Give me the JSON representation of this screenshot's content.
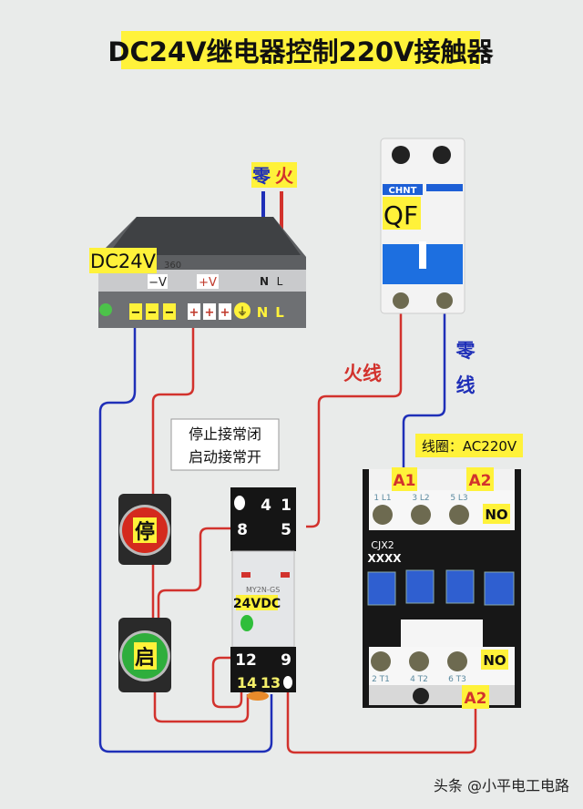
{
  "title": "DC24V继电器控制220V接触器",
  "power_supply": {
    "voltage_label": "DC24V",
    "neg_label": "−V",
    "pos_label": "+V",
    "model_fragment": "360",
    "terminals": [
      "−",
      "−",
      "−",
      "+",
      "+",
      "+",
      "⏚",
      "N",
      "L"
    ],
    "top_labels": [
      "N",
      "L"
    ]
  },
  "mains": {
    "neutral": "零",
    "live": "火"
  },
  "breaker": {
    "brand": "CHNT",
    "label": "QF"
  },
  "wires": {
    "live_label": "火线",
    "neutral_label": "零线"
  },
  "note": {
    "line1": "停止接常闭",
    "line2": "启动接常开"
  },
  "buttons": {
    "stop": "停",
    "start": "启"
  },
  "relay": {
    "voltage": "24VDC",
    "model": "MY2N-GS",
    "top_terminals": [
      "4",
      "1",
      "8",
      "5"
    ],
    "bottom_terminals": [
      "12",
      "9",
      "14",
      "13"
    ]
  },
  "contactor": {
    "coil_label": "线圈：AC220V",
    "a1": "A1",
    "a2_top": "A2",
    "a2_bottom": "A2",
    "model_line1": "CJX2",
    "model_line2": "XXXX",
    "top_terminals": [
      "1 L1",
      "3 L2",
      "5 L3"
    ],
    "bottom_terminals": [
      "2 T1",
      "4 T2",
      "6 T3"
    ],
    "no_top": "NO",
    "no_bottom": "NO"
  },
  "watermark": "头条 @小平电工电路",
  "colors": {
    "live": "#d2322d",
    "neutral": "#1f2fb8",
    "highlight": "#fff23a",
    "blue": "#1d5fd6"
  }
}
